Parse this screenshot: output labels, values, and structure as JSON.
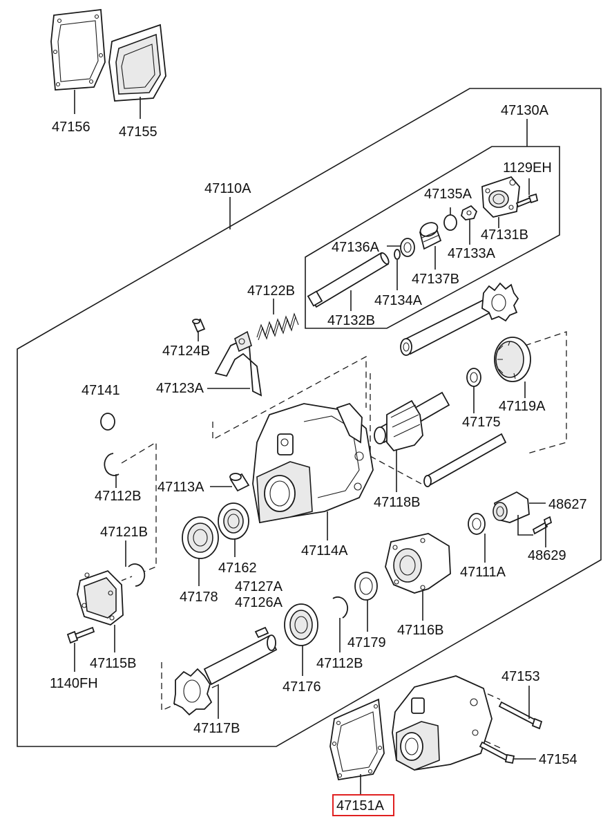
{
  "colors": {
    "highlight": "#e02020",
    "ink": "#1a1a1a"
  },
  "highlighted_part": "47151A",
  "labels": {
    "p47156": "47156",
    "p47155": "47155",
    "p47130A": "47130A",
    "p1129EH": "1129EH",
    "p47110A": "47110A",
    "p47135A": "47135A",
    "p47131B": "47131B",
    "p47136A": "47136A",
    "p47133A": "47133A",
    "p47137B": "47137B",
    "p47122B": "47122B",
    "p47134A": "47134A",
    "p47132B": "47132B",
    "p47124B": "47124B",
    "p47123A": "47123A",
    "p47141": "47141",
    "p47119A": "47119A",
    "p47175": "47175",
    "p47112B_a": "47112B",
    "p47113A": "47113A",
    "p47118B": "47118B",
    "p48627": "48627",
    "p47121B": "47121B",
    "p47114A": "47114A",
    "p48629": "48629",
    "p47162": "47162",
    "p47111A": "47111A",
    "p47127A": "47127A",
    "p47178": "47178",
    "p47126A": "47126A",
    "p47116B": "47116B",
    "p47179": "47179",
    "p47115B": "47115B",
    "p47112B_b": "47112B",
    "p1140FH": "1140FH",
    "p47176": "47176",
    "p47153": "47153",
    "p47117B": "47117B",
    "p47154": "47154",
    "p47151A": "47151A"
  }
}
